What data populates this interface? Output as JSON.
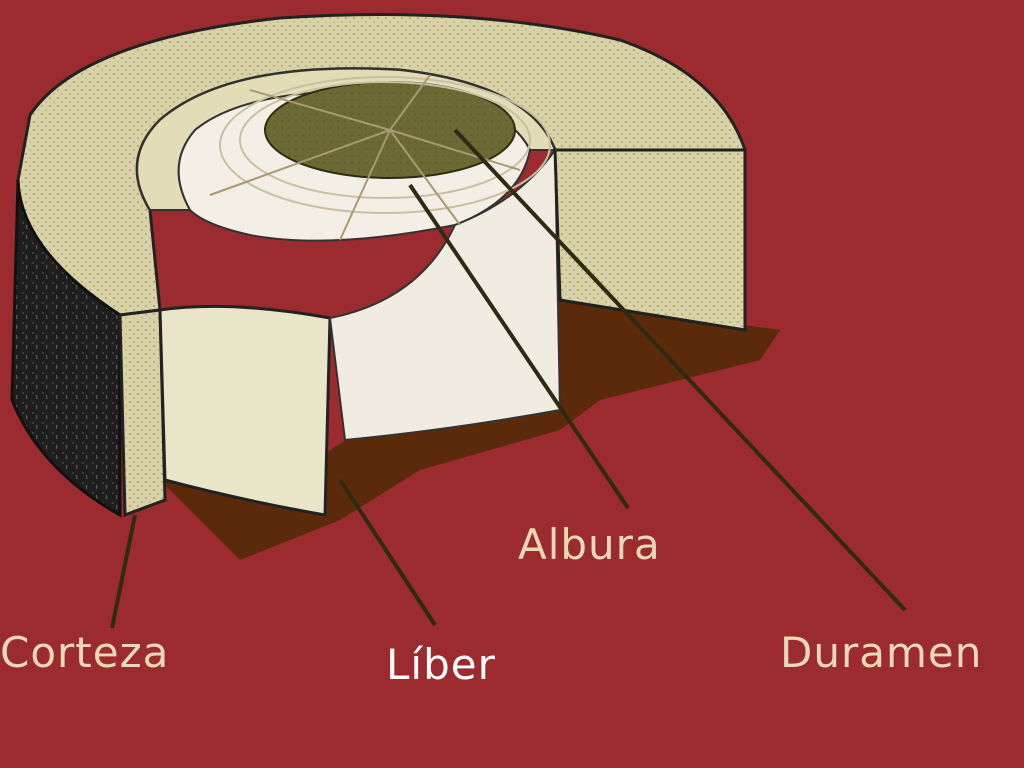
{
  "diagram": {
    "labels": {
      "corteza": "Corteza",
      "liber": "Líber",
      "albura": "Albura",
      "duramen": "Duramen"
    }
  },
  "colors": {
    "background": "#9b2b2e",
    "bark_outer": "#d8d2a6",
    "bark_dark": "#1e1e1e",
    "liber": "#e9e5c8",
    "sapwood": "#f3efe6",
    "heartwood": "#6b6a35",
    "shadow": "#5a2a0a",
    "label_text": "#e6d9b4",
    "label_highlight": "#ffffff"
  }
}
